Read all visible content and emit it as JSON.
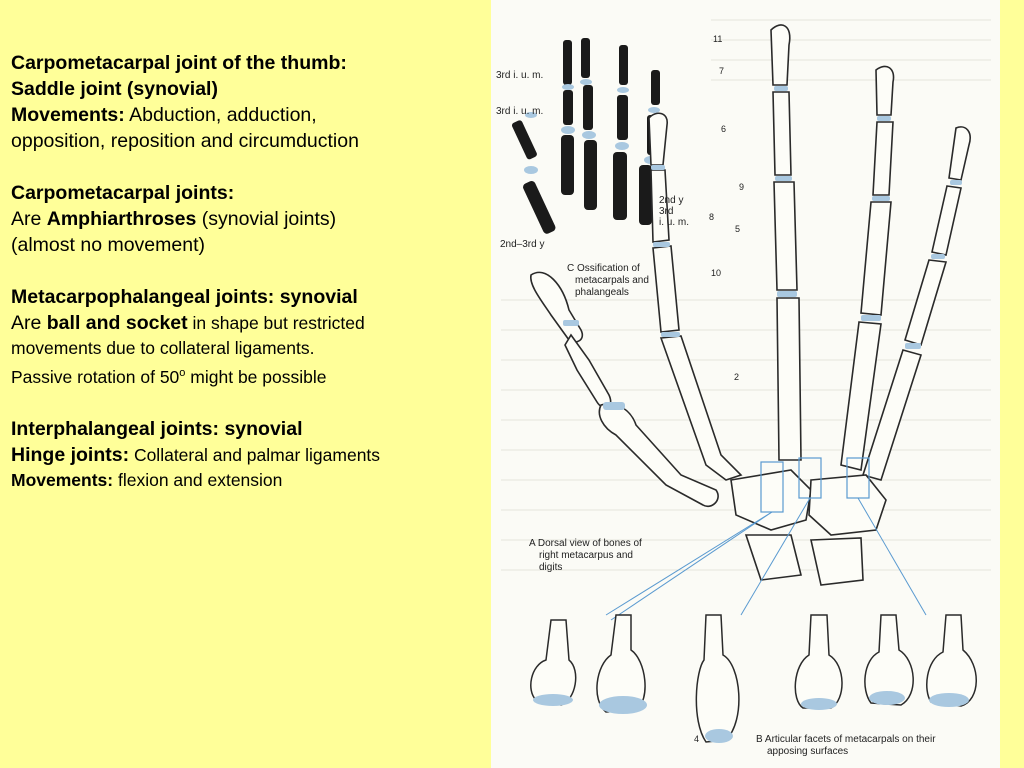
{
  "sections": {
    "thumb": {
      "heading": "Carpometacarpal joint of the thumb:",
      "type": "Saddle joint (synovial)",
      "movements_label": "Movements:",
      "movements_text": " Abduction, adduction,",
      "movements_text_2": "opposition, reposition and circumduction"
    },
    "cmc": {
      "heading": "Carpometacarpal joints:",
      "are": "Are ",
      "type": "Amphiarthroses",
      "type_note": " (synovial joints)",
      "movement_note": "(almost no movement)"
    },
    "mcp": {
      "heading": "Metacarpophalangeal joints: synovial",
      "are": "Are ",
      "shape": "ball and socket",
      "shape_note": " in shape but restricted",
      "line2": "movements due to collateral ligaments.",
      "line3_a": "Passive rotation of 50",
      "line3_sup": "o",
      "line3_b": " might be possible"
    },
    "ip": {
      "heading": "Interphalangeal joints: synovial",
      "hinge_label": "Hinge joints:",
      "hinge_text": " Collateral and palmar ligaments",
      "movements_label": "Movements:",
      "movements_text": " flexion and extension"
    }
  },
  "figure": {
    "labels": {
      "ium1": "3rd i. u. m.",
      "ium2": "3rd i. u. m.",
      "y2": "2nd y",
      "third": "3rd",
      "ium3": "i. u. m.",
      "y23": "2nd–3rd y",
      "c1": "C Ossification of",
      "c2": "metacarpals and",
      "c3": "phalangeals",
      "a1": "A Dorsal view of bones of",
      "a2": "right metacarpus and",
      "a3": "digits",
      "b1": "B Articular facets of metacarpals on their",
      "b2": "apposing surfaces",
      "n11": "11",
      "n7": "7",
      "n6": "6",
      "n9": "9",
      "n8": "8",
      "n5": "5",
      "n10": "10",
      "n2": "2",
      "n4": "4"
    },
    "colors": {
      "bone_fill": "#fdfdf8",
      "cartilage": "#a9c8e0",
      "bone_dark": "#1a1a1a",
      "guide_line": "#5a9ad0"
    }
  }
}
